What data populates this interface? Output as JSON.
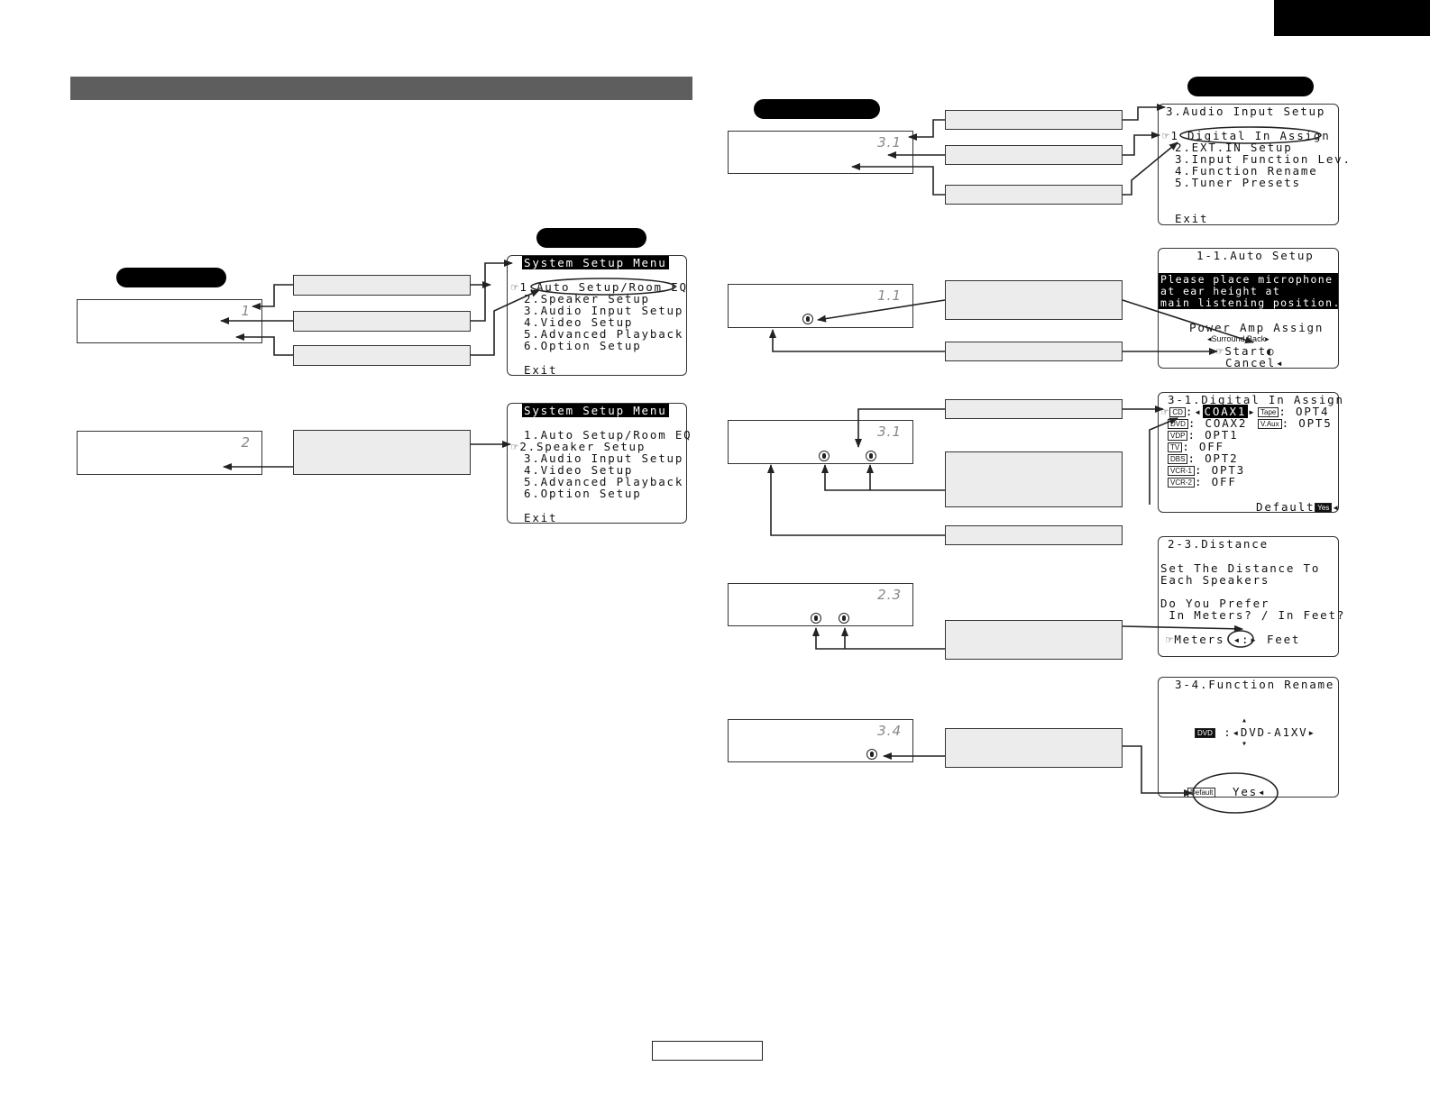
{
  "header": {
    "tab_color": "#000000",
    "section_bar_color": "#5e5e5e"
  },
  "lcd_numbers": [
    "1",
    "2",
    "3.1",
    "1.1",
    "3.1",
    "2.3",
    "3.4"
  ],
  "osd_system_menu_1": {
    "title": "System Setup Menu",
    "items": [
      "1.Auto Setup/Room EQ",
      "2.Speaker Setup",
      "3.Audio Input Setup",
      "4.Video Setup",
      "5.Advanced Playback",
      "6.Option Setup"
    ],
    "exit": "Exit"
  },
  "osd_system_menu_2": {
    "title": "System Setup Menu",
    "items": [
      "1.Auto Setup/Room EQ",
      "2.Speaker Setup",
      "3.Audio Input Setup",
      "4.Video Setup",
      "5.Advanced Playback",
      "6.Option Setup"
    ],
    "exit": "Exit"
  },
  "osd_audio_input": {
    "title": "3.Audio Input Setup",
    "items": [
      "1 Digital In Assign",
      "2.EXT.IN Setup",
      "3.Input Function Lev.",
      "4.Function Rename",
      "5.Tuner Presets"
    ],
    "exit": "Exit"
  },
  "osd_auto_setup": {
    "title": "1-1.Auto Setup",
    "message": [
      "Please place microphone",
      "at ear height at",
      "main listening position."
    ],
    "power_amp": "Power Amp Assign",
    "surround_back": "Surround Back",
    "start": "Start",
    "cancel": "Cancel"
  },
  "osd_digital_assign": {
    "title": "3-1.Digital In Assign",
    "rows": [
      {
        "tag": "CD",
        "value": "COAX1"
      },
      {
        "tag": "DVD",
        "value": "COAX2"
      },
      {
        "tag": "VDP",
        "value": "OPT1"
      },
      {
        "tag": "TV",
        "value": "OFF"
      },
      {
        "tag": "DBS",
        "value": "OPT2"
      },
      {
        "tag": "VCR-1",
        "value": "OPT3"
      },
      {
        "tag": "VCR-2",
        "value": "OFF"
      }
    ],
    "right_rows": [
      {
        "tag": "Tape",
        "value": "OPT4"
      },
      {
        "tag": "V.Aux",
        "value": "OPT5"
      }
    ],
    "default_label": "Default",
    "yes_tag": "Yes"
  },
  "osd_distance": {
    "title": "2-3.Distance",
    "lines": [
      "Set The Distance To",
      "Each Speakers",
      "",
      "Do You Prefer",
      " In Meters? / In Feet?"
    ],
    "meters": "Meters",
    "feet": "Feet"
  },
  "osd_rename": {
    "title": "3-4.Function Rename",
    "tag": "DVD",
    "name": "DVD-A1XV",
    "default_tag": "Default",
    "yes": "Yes"
  }
}
